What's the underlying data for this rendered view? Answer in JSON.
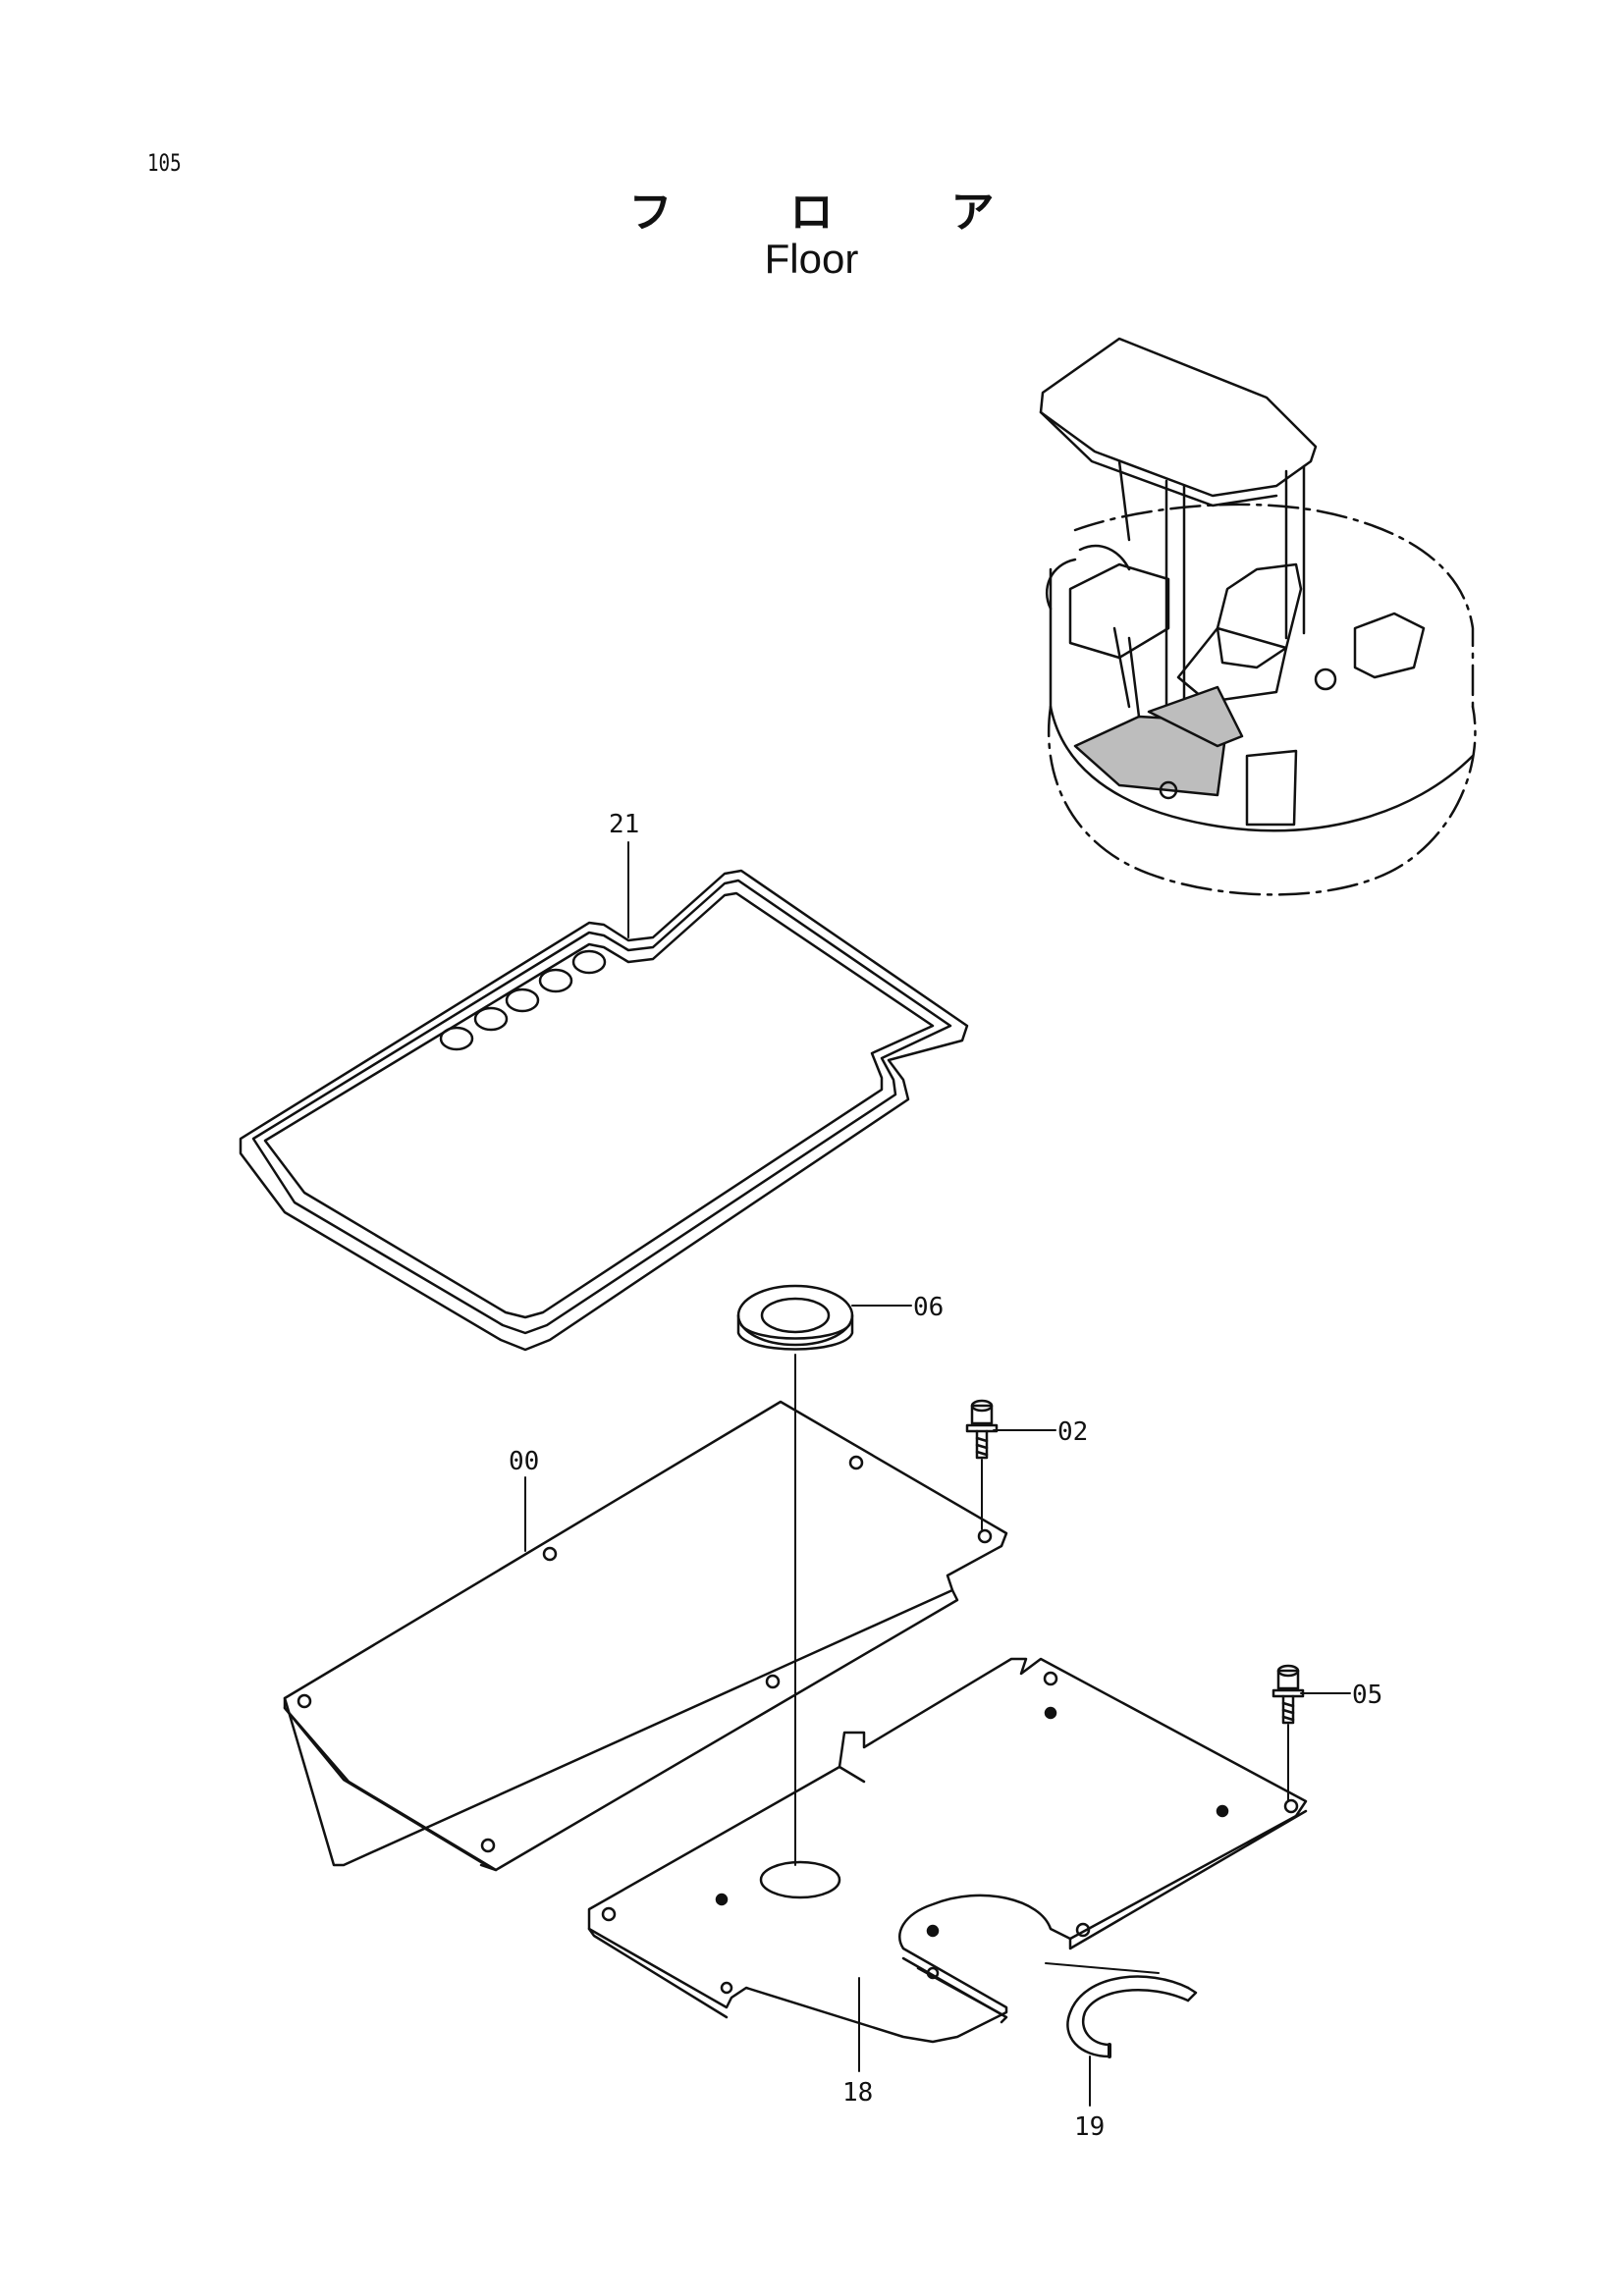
{
  "page": {
    "number": "105",
    "title_jp": "フロア",
    "title_en": "Floor"
  },
  "parts": [
    {
      "id": "p21",
      "label": "21"
    },
    {
      "id": "p06",
      "label": "06"
    },
    {
      "id": "p02",
      "label": "02"
    },
    {
      "id": "p00",
      "label": "00"
    },
    {
      "id": "p05",
      "label": "05"
    },
    {
      "id": "p18",
      "label": "18"
    },
    {
      "id": "p19",
      "label": "19"
    }
  ]
}
